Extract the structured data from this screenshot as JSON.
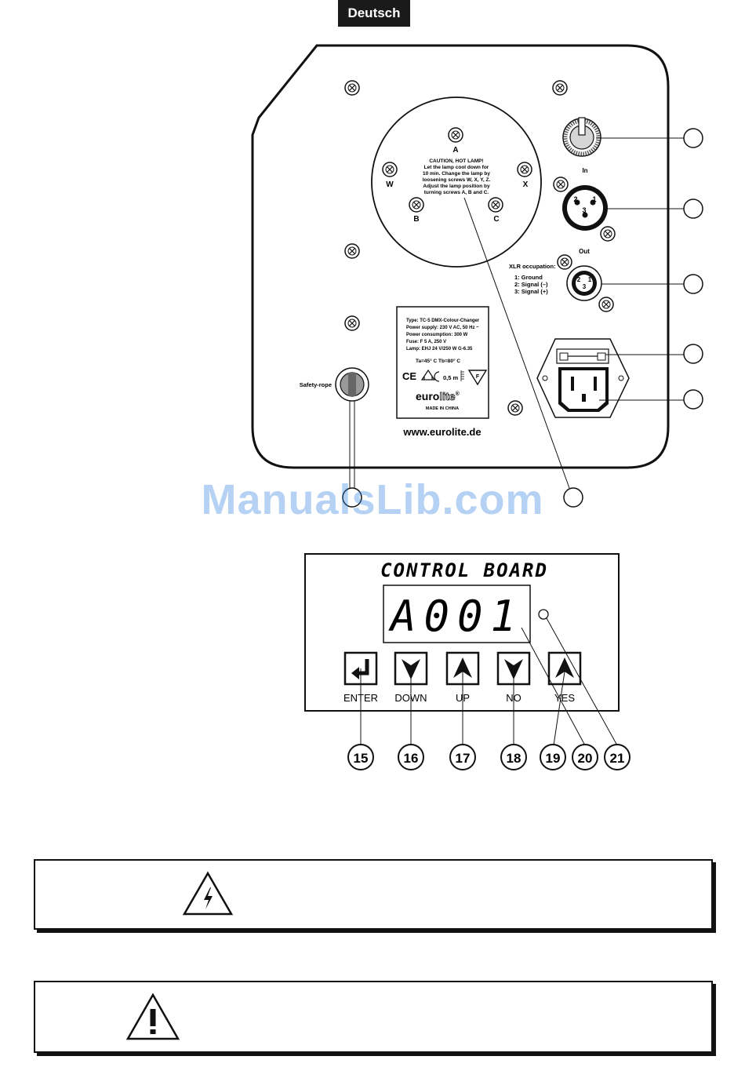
{
  "header": {
    "language_tab": "Deutsch"
  },
  "rear_panel": {
    "lamp_caution": [
      "CAUTION, HOT LAMP!",
      "Let the lamp cool down for",
      "10 min. Change the lamp by",
      "loosening screws W, X, Y, Z.",
      "Adjust the lamp position by",
      "turning screws A, B and C."
    ],
    "screw_labels": {
      "a": "A",
      "b": "B",
      "c": "C",
      "w": "W",
      "x": "X"
    },
    "in_label": "In",
    "out_label": "Out",
    "xlr_title": "XLR occupation:",
    "xlr_pins": [
      "1: Ground",
      "2: Signal (–)",
      "3: Signal (+)"
    ],
    "xlr_in_pins": {
      "p1": "1",
      "p2": "2",
      "p3": "3"
    },
    "xlr_out_pins": {
      "p1": "1",
      "p2": "2",
      "p3": "3"
    },
    "safety_rope": "Safety-rope",
    "type_plate": {
      "lines": [
        "Type: TC-5 DMX-Colour-Changer",
        "Power supply: 230 V AC, 50 Hz ~",
        "Power consumption: 300 W",
        "Fuse: F 5 A, 250 V",
        "Lamp: EHJ 24 V/250 W G-6.35"
      ],
      "temps": "Ta=45° C  Tb=80° C",
      "distance": "0,5 m",
      "ce": "CE",
      "f_mark": "F",
      "brand_1": "euro",
      "brand_2": "lite",
      "registered": "®",
      "made_in": "MADE IN CHINA"
    },
    "website": "www.eurolite.de"
  },
  "watermark": "ManualsLib.com",
  "control_board": {
    "title": "CONTROL BOARD",
    "display": "A001",
    "buttons": [
      "ENTER",
      "DOWN",
      "UP",
      "NO",
      "YES"
    ],
    "callouts": [
      "15",
      "16",
      "17",
      "18",
      "19",
      "20",
      "21"
    ]
  }
}
